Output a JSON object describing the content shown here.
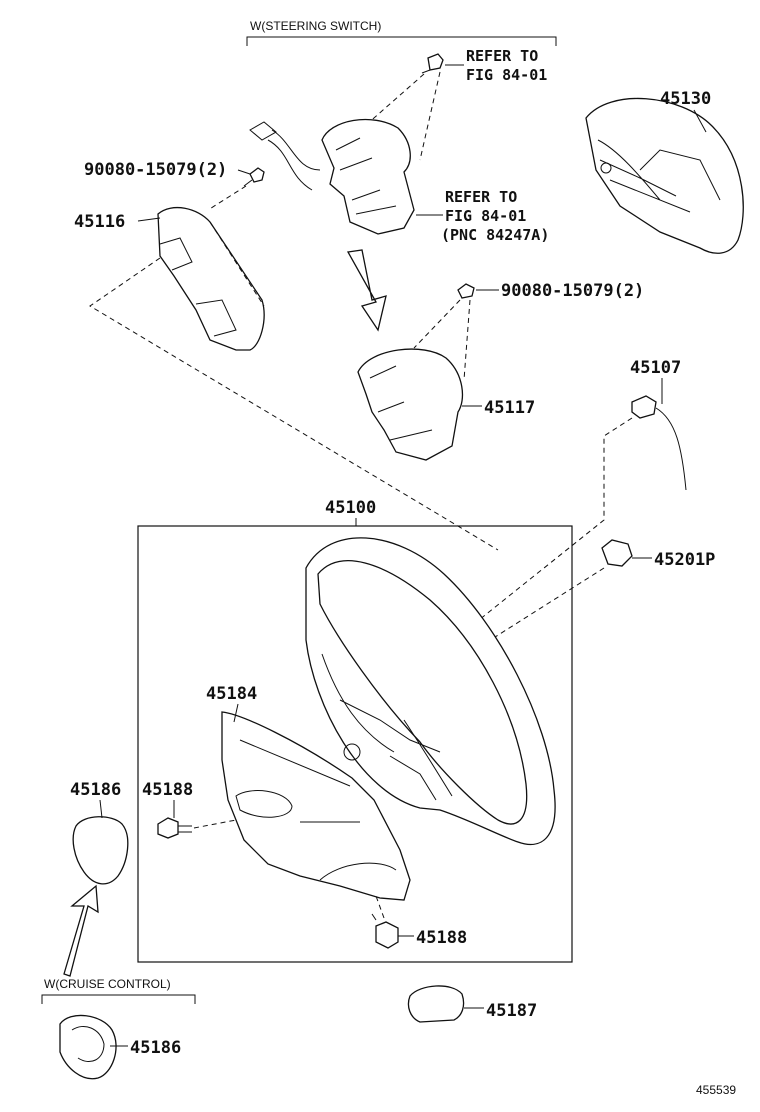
{
  "groups": {
    "steering_switch": "W(STEERING SWITCH)",
    "cruise_control": "W(CRUISE CONTROL)"
  },
  "references": {
    "top": [
      "REFER TO",
      "FIG 84-01"
    ],
    "middle": [
      "REFER TO",
      "FIG 84-01",
      "(PNC 84247A)"
    ]
  },
  "part_numbers": {
    "bolt_upper": "90080-15079(2)",
    "bolt_middle": "90080-15079(2)",
    "p45130": "45130",
    "p45116": "45116",
    "p45117": "45117",
    "p45107": "45107",
    "p45100": "45100",
    "p45201p": "45201P",
    "p45184": "45184",
    "p45186_upper": "45186",
    "p45188_left": "45188",
    "p45188_bottom": "45188",
    "p45187": "45187",
    "p45186_lower": "45186"
  },
  "illustration_id": "455539"
}
